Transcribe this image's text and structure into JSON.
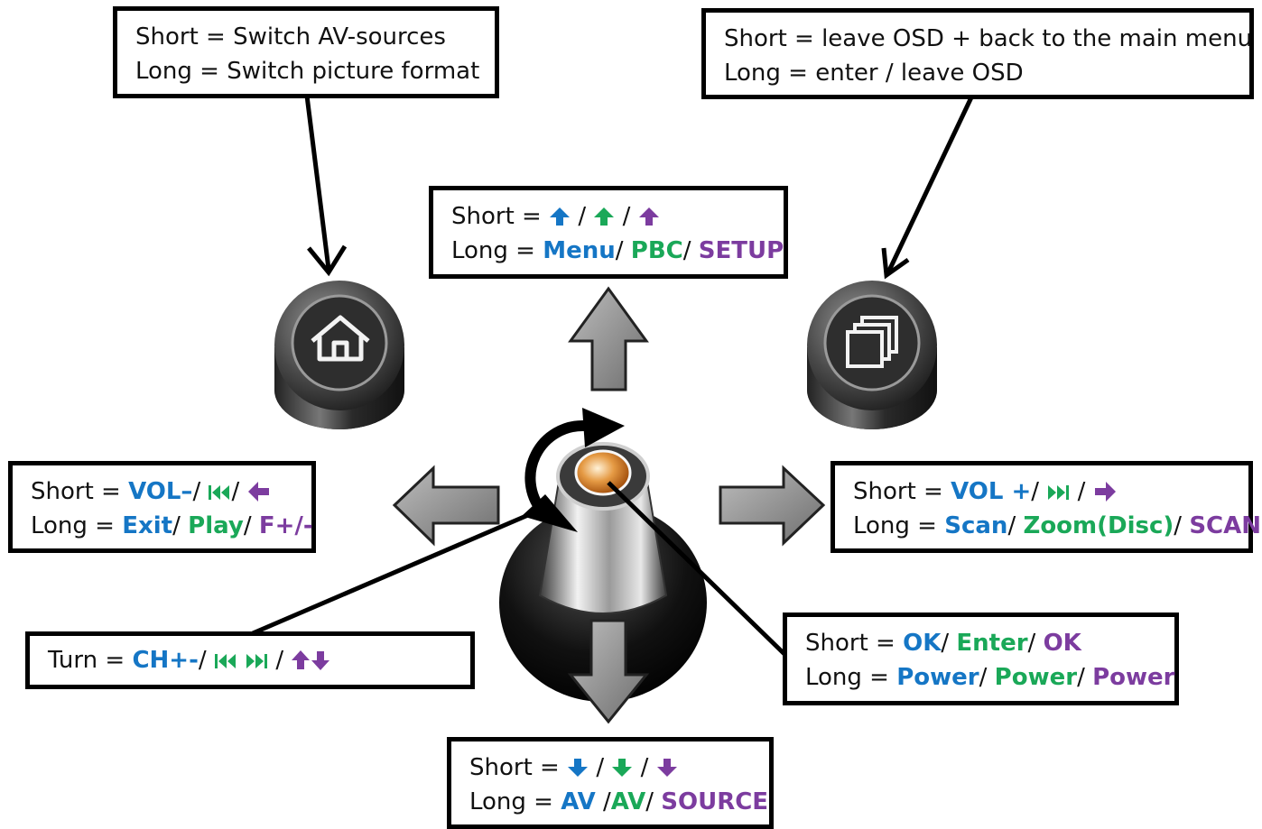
{
  "colors": {
    "blue": "#1576c5",
    "green": "#1aa858",
    "purple": "#7c3c9f"
  },
  "icons": {
    "home_button": "home-icon",
    "menu_button": "windows-stack-icon",
    "knob": "rotary-knob-icon",
    "arrows": [
      "arrow-up-icon",
      "arrow-down-icon",
      "arrow-left-icon",
      "arrow-right-icon",
      "rotate-icon"
    ]
  },
  "home": {
    "short": "Short = Switch AV-sources",
    "long": "Long = Switch picture format"
  },
  "osd": {
    "short": "Short = leave OSD + back to the main menu",
    "long": "Long = enter / leave OSD"
  },
  "up": {
    "short_prefix": "Short = ",
    "sep": "/",
    "long_prefix": "Long = ",
    "long_a": "Menu",
    "long_b": "PBC",
    "long_c": "SETUP"
  },
  "left": {
    "short_prefix": "Short = ",
    "short_a": "VOL–",
    "sep": "/",
    "long_prefix": "Long = ",
    "long_a": "Exit",
    "long_b": "Play",
    "long_c": "F+/-"
  },
  "right": {
    "short_prefix": "Short = ",
    "short_a": "VOL +",
    "sep": "/",
    "long_prefix": "Long = ",
    "long_a": "Scan",
    "long_b": "Zoom(Disc)",
    "long_c": "SCAN"
  },
  "turn": {
    "prefix": "Turn = ",
    "a": "CH+-",
    "sep": "/"
  },
  "center": {
    "short_prefix": "Short = ",
    "short_a": "OK",
    "short_b": "Enter",
    "short_c": "OK",
    "sep": "/",
    "long_prefix": "Long = ",
    "long_a": "Power",
    "long_b": "Power",
    "long_c": "Power"
  },
  "down": {
    "short_prefix": "Short = ",
    "sep": "/",
    "long_prefix": "Long = ",
    "long_a": "AV",
    "long_b": "AV",
    "long_c": "SOURCE"
  }
}
